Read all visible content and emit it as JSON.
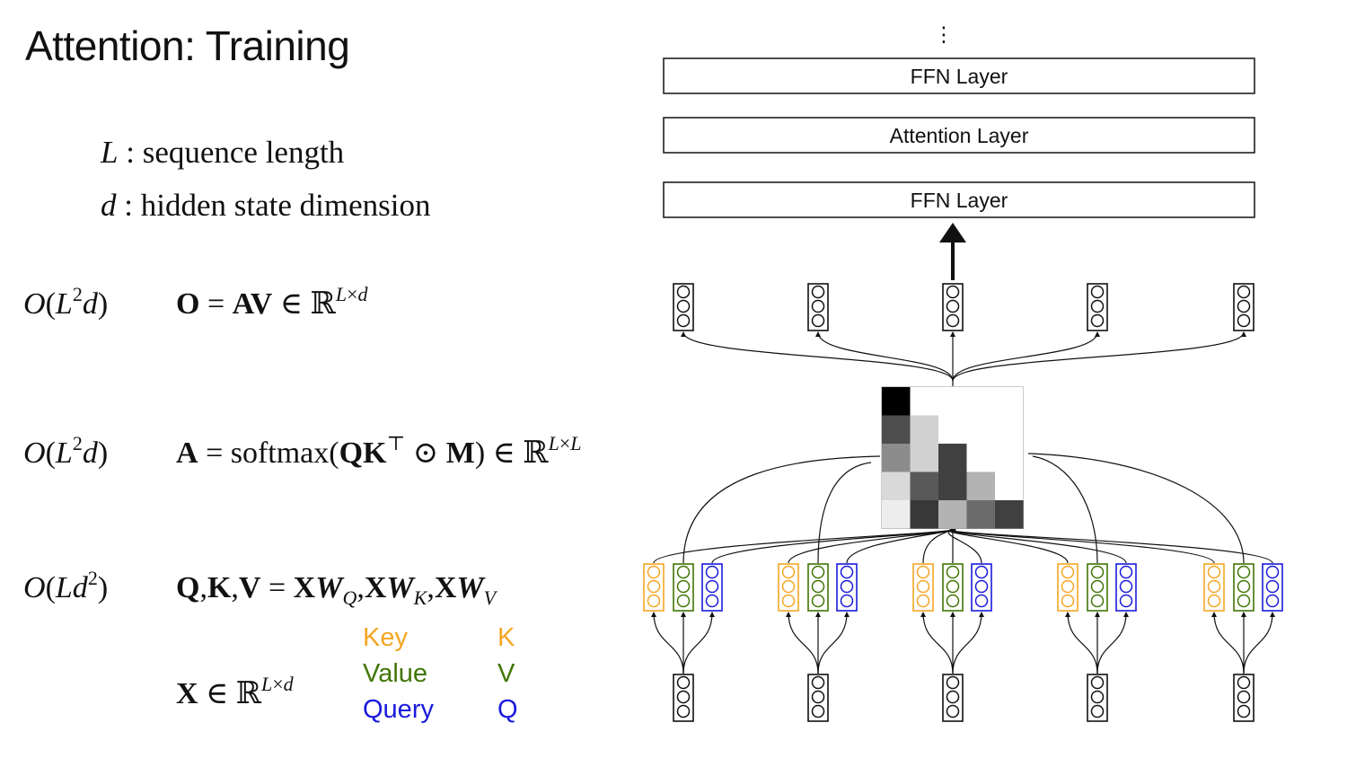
{
  "title": "Attention: Training",
  "definitions": [
    {
      "symbol": "L",
      "text": ": sequence length"
    },
    {
      "symbol": "d",
      "text": ": hidden state dimension"
    }
  ],
  "equations": {
    "output": {
      "complexity": "O(L²d)",
      "formula": "O = AV ∈ ℝ^(L×d)"
    },
    "attention": {
      "complexity": "O(L²d)",
      "formula": "A = softmax(QKᵀ ⊙ M) ∈ ℝ^(L×L)"
    },
    "projection": {
      "complexity": "O(Ld²)",
      "formula": "Q,K,V = XW_Q,XW_K,XW_V"
    },
    "input": {
      "formula": "X ∈ ℝ^(L×d)"
    }
  },
  "legend": [
    {
      "name": "Key",
      "symbol": "K",
      "color": "#f5a623"
    },
    {
      "name": "Value",
      "symbol": "V",
      "color": "#417505"
    },
    {
      "name": "Query",
      "symbol": "Q",
      "color": "#1a1adc"
    }
  ],
  "layers": [
    "FFN Layer",
    "Attention Layer",
    "FFN Layer"
  ],
  "ellipsis": "⋮",
  "attention_matrix": [
    [
      0.0,
      1.0,
      1.0,
      1.0,
      1.0
    ],
    [
      0.3,
      0.82,
      1.0,
      1.0,
      1.0
    ],
    [
      0.55,
      0.82,
      0.25,
      1.0,
      1.0
    ],
    [
      0.85,
      0.35,
      0.25,
      0.7,
      1.0
    ],
    [
      0.93,
      0.22,
      0.7,
      0.42,
      0.25
    ]
  ],
  "tokens": 5
}
